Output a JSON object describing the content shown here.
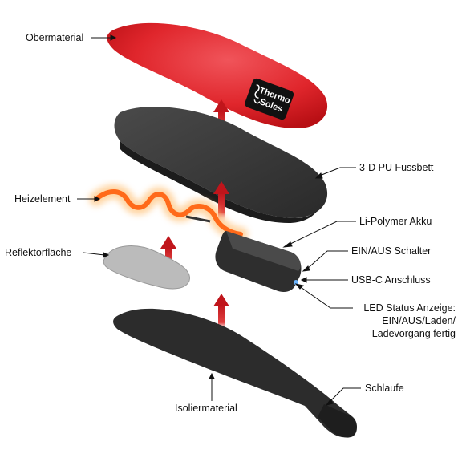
{
  "colors": {
    "sole_top": "#d9141a",
    "sole_top_light": "#f0545a",
    "footbed": "#3a3a3a",
    "heater": "#ff6a1a",
    "heater_glow": "#ffb45a",
    "reflector": "#b8b8b8",
    "insulation": "#2c2c2c",
    "arrow": "#c0151b",
    "led": "#6fb7ff"
  },
  "logo": {
    "line1": "Thermo",
    "line2": "Soles"
  },
  "labels": {
    "obermaterial": "Obermaterial",
    "fussbett": "3-D PU Fussbett",
    "heizelement": "Heizelement",
    "akku": "Li-Polymer Akku",
    "reflektor": "Reflektorfläche",
    "schalter": "EIN/AUS Schalter",
    "usb": "USB-C Anschluss",
    "led_line1": "LED Status Anzeige:",
    "led_line2": "EIN/AUS/Laden/",
    "led_line3": "Ladevorgang fertig",
    "schlaufe": "Schlaufe",
    "isolier": "Isoliermaterial"
  },
  "icons": {
    "arrow": "up-arrow-icon",
    "logo": "thermo-soles-logo"
  }
}
